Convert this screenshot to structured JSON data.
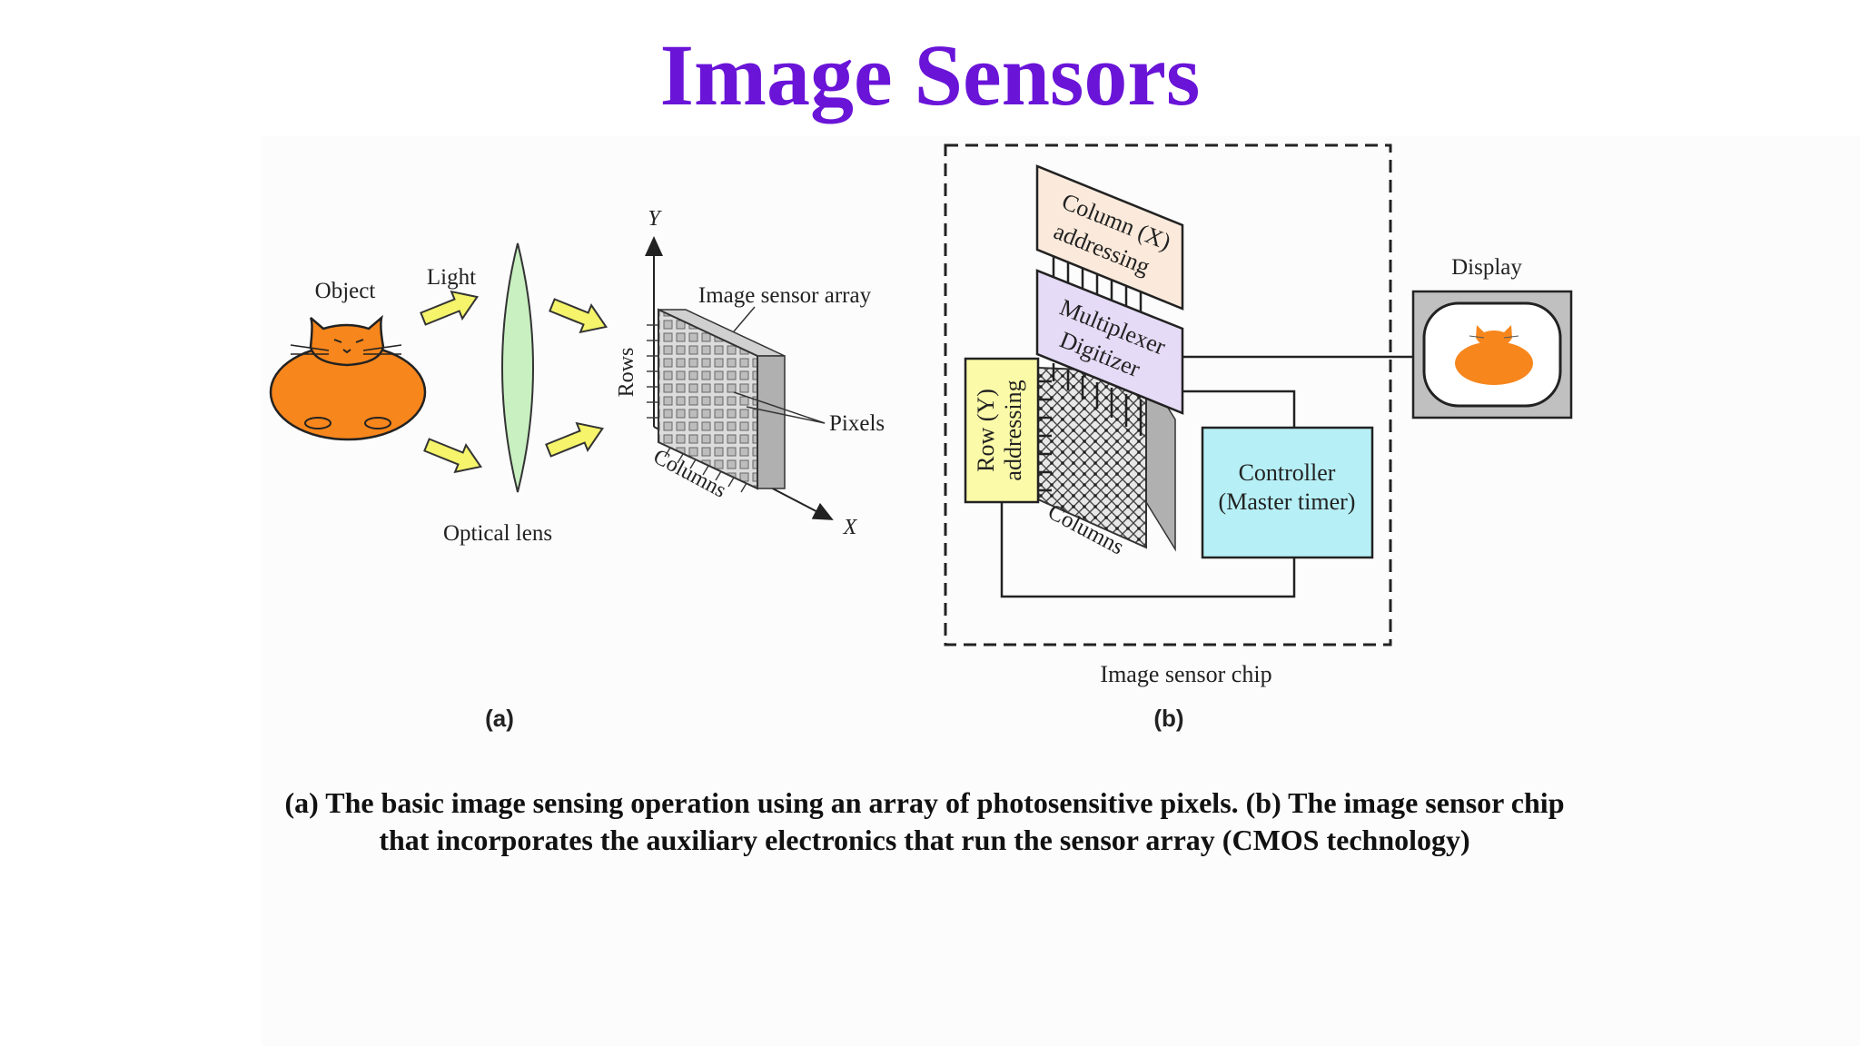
{
  "title": "Image Sensors",
  "panel_a": {
    "object_label": "Object",
    "light_label": "Light",
    "lens_label": "Optical lens",
    "y_axis_label": "Y",
    "x_axis_label": "X",
    "array_label": "Image sensor array",
    "rows_label": "Rows",
    "columns_label": "Columns",
    "pixels_label": "Pixels",
    "sub_label": "(a)"
  },
  "panel_b": {
    "column_block_line1": "Column (X)",
    "column_block_line2": "addressing",
    "mux_line1": "Multiplexer",
    "mux_line2": "Digitizer",
    "row_block_line1": "Row (Y)",
    "row_block_line2": "addressing",
    "columns_label": "Columns",
    "controller_line1": "Controller",
    "controller_line2": "(Master timer)",
    "display_label": "Display",
    "chip_label": "Image sensor chip",
    "sub_label": "(b)"
  },
  "caption": "(a) The basic image sensing operation using an array of photosensitive pixels. (b) The image sensor chip that incorporates the auxiliary electronics that run the sensor array (CMOS technology)",
  "colors": {
    "title": "#6a14d8",
    "cat": "#f7861c",
    "arrow": "#f5f46a",
    "lens": "#c8f0c0",
    "column_block": "#fbeadb",
    "mux_block": "#e6dbf6",
    "row_block": "#fbfaa8",
    "controller": "#b6f0f6"
  }
}
